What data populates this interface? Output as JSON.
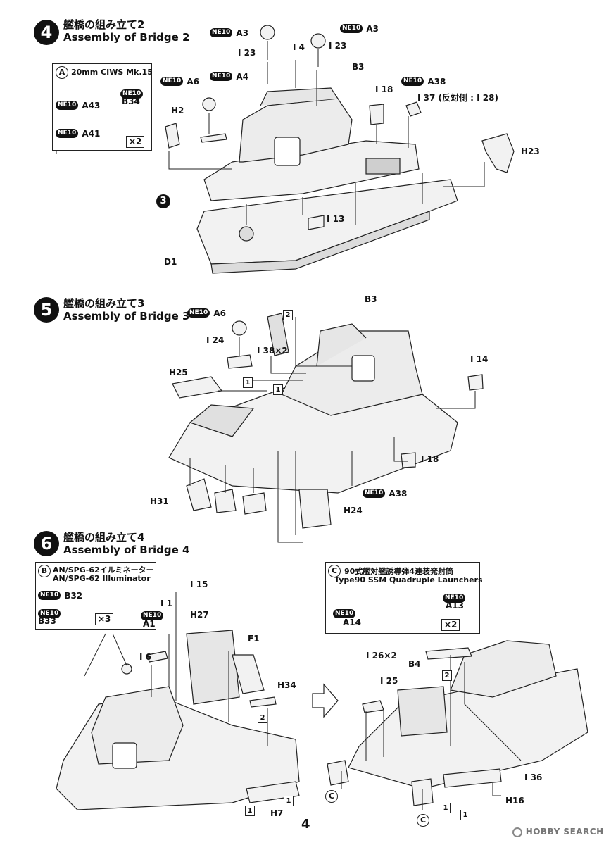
{
  "page_number": "4",
  "watermark": "HOBBY SEARCH",
  "steps": [
    {
      "num": "4",
      "title_jp": "艦橋の組み立て2",
      "title_en": "Assembly of Bridge 2"
    },
    {
      "num": "5",
      "title_jp": "艦橋の組み立て3",
      "title_en": "Assembly of Bridge 3"
    },
    {
      "num": "6",
      "title_jp": "艦橋の組み立て4",
      "title_en": "Assembly of Bridge 4"
    }
  ],
  "ne10": "NE10",
  "step4": {
    "subA": {
      "letter": "A",
      "title": "20mm CIWS Mk.15",
      "parts": [
        "A43",
        "B34",
        "A41"
      ],
      "times": "×2"
    },
    "labels": [
      "A3",
      "A3",
      "I 23",
      "I 4",
      "I 23",
      "B3",
      "A4",
      "A6",
      "H2",
      "I 18",
      "A38",
      "I 37 (反対側 : I 28)",
      "H23",
      "3",
      "I 13",
      "D1"
    ]
  },
  "step5": {
    "labels": [
      "A6",
      "I 24",
      "2",
      "I 38×2",
      "B3",
      "H25",
      "1",
      "1",
      "I 14",
      "I 18",
      "A38",
      "H31",
      "H24"
    ]
  },
  "step6": {
    "subB": {
      "letter": "B",
      "title_jp": "AN/SPG-62イルミネーター",
      "title_en": "AN/SPG-62 Illuminator",
      "parts": [
        "B32",
        "B33"
      ],
      "times": "×3"
    },
    "subC": {
      "letter": "C",
      "title_jp": "90式艦対艦誘導弾4連装発射筒",
      "title_en": "Type90 SSM Quadruple Launchers",
      "parts": [
        "A14",
        "A13"
      ],
      "times": "×2"
    },
    "labels": [
      "I 15",
      "I 1",
      "A1",
      "H27",
      "I 6",
      "F1",
      "H34",
      "2",
      "1",
      "1",
      "H7",
      "I 26×2",
      "I 25",
      "B4",
      "2",
      "I 36",
      "H16",
      "C",
      "C",
      "1",
      "1"
    ]
  }
}
